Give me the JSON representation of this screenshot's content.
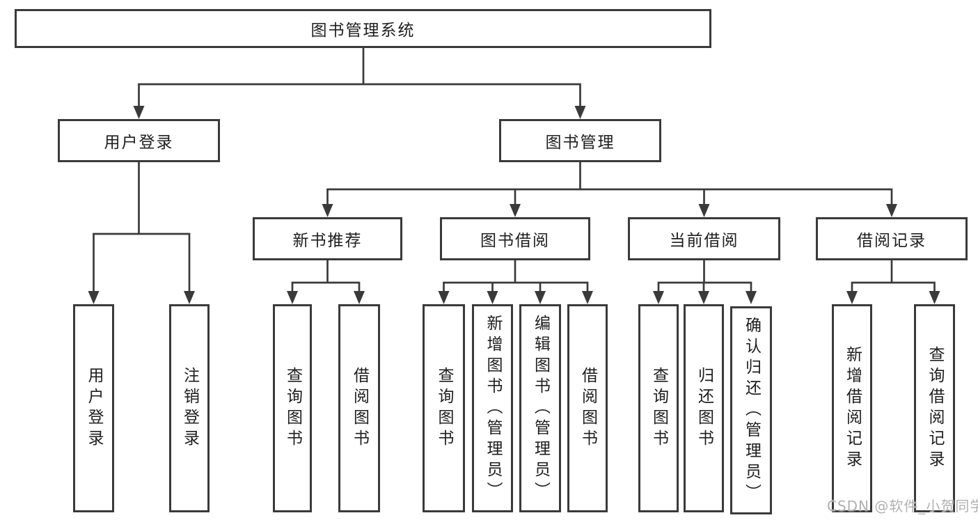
{
  "colors": {
    "background": "#ffffff",
    "line": "#3a3a3a",
    "box_border": "#3a3a3a",
    "text": "#1e1e1e",
    "watermark": "#b0b0b0"
  },
  "watermark": "CSDN @软件_小贺同学",
  "tree": {
    "root": {
      "label": "图书管理系统"
    },
    "branches": [
      {
        "label": "用户登录",
        "children": [
          {
            "label": "用户登录"
          },
          {
            "label": "注销登录"
          }
        ]
      },
      {
        "label": "图书管理",
        "children": [
          {
            "label": "新书推荐",
            "children": [
              {
                "label": "查询图书"
              },
              {
                "label": "借阅图书"
              }
            ]
          },
          {
            "label": "图书借阅",
            "children": [
              {
                "label": "查询图书"
              },
              {
                "label": "新增图书（管理员）"
              },
              {
                "label": "编辑图书（管理员）"
              },
              {
                "label": "借阅图书"
              }
            ]
          },
          {
            "label": "当前借阅",
            "children": [
              {
                "label": "查询图书"
              },
              {
                "label": "归还图书"
              },
              {
                "label": "确认归还（管理员）"
              }
            ]
          },
          {
            "label": "借阅记录",
            "children": [
              {
                "label": "新增借阅记录"
              },
              {
                "label": "查询借阅记录"
              }
            ]
          }
        ]
      }
    ]
  }
}
